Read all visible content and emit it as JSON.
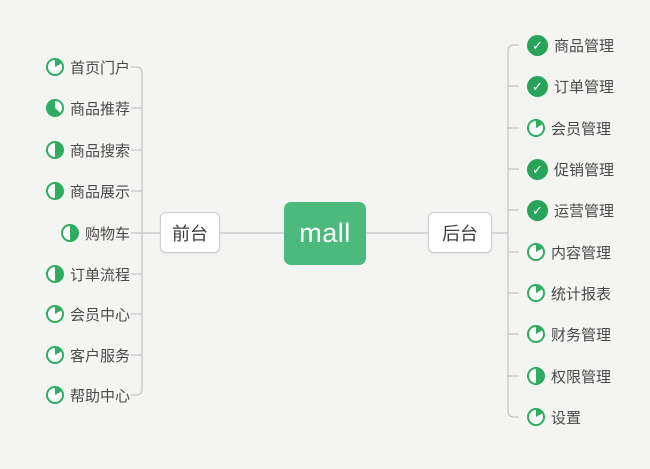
{
  "theme": {
    "bg": "#f4f4f2",
    "line_color": "#b9b9b9",
    "green": "#2ead62",
    "green_dark": "#28a35a",
    "node_green": "#4cba7d",
    "text_color": "#4a4a4a"
  },
  "icon_glyphs": {
    "check": "✓"
  },
  "root": {
    "label": "mall"
  },
  "branches": {
    "front": {
      "label": "前台",
      "items": [
        {
          "label": "首页门户",
          "icon": "pie-eighth"
        },
        {
          "label": "商品推荐",
          "icon": "pie-five-eighths"
        },
        {
          "label": "商品搜索",
          "icon": "pie-half"
        },
        {
          "label": "商品展示",
          "icon": "pie-half"
        },
        {
          "label": "购物车",
          "icon": "pie-half"
        },
        {
          "label": "订单流程",
          "icon": "pie-half"
        },
        {
          "label": "会员中心",
          "icon": "pie-eighth"
        },
        {
          "label": "客户服务",
          "icon": "pie-eighth"
        },
        {
          "label": "帮助中心",
          "icon": "pie-eighth"
        }
      ]
    },
    "back": {
      "label": "后台",
      "items": [
        {
          "label": "商品管理",
          "icon": "check"
        },
        {
          "label": "订单管理",
          "icon": "check"
        },
        {
          "label": "会员管理",
          "icon": "pie-eighth"
        },
        {
          "label": "促销管理",
          "icon": "check"
        },
        {
          "label": "运营管理",
          "icon": "check"
        },
        {
          "label": "内容管理",
          "icon": "pie-eighth"
        },
        {
          "label": "统计报表",
          "icon": "pie-eighth"
        },
        {
          "label": "财务管理",
          "icon": "pie-eighth"
        },
        {
          "label": "权限管理",
          "icon": "pie-half"
        },
        {
          "label": "设置",
          "icon": "pie-eighth"
        }
      ]
    }
  }
}
